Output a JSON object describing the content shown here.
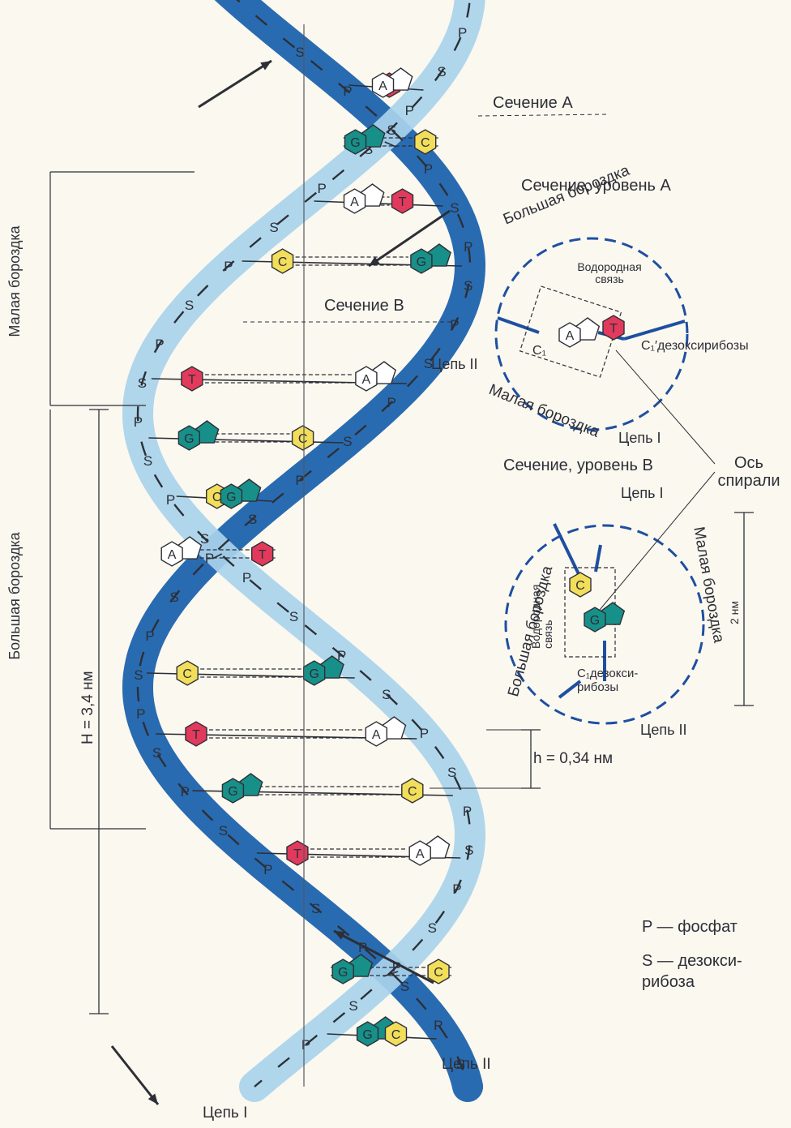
{
  "labels": {
    "section_a": "Сечение А",
    "section_b": "Сечение В",
    "section_a_level": "Сечение, уровень А",
    "section_b_level": "Сечение, уровень В",
    "major_groove": "Большая бороздка",
    "minor_groove": "Малая бороздка",
    "hydrogen_bond_a": "Водородная связь",
    "hydrogen_bond_b": "Водородная связь",
    "deoxyribose_c1": "C₁′дезоксирибозы",
    "deoxyribose_c1_b": "C₁дезокси-рибозы",
    "c1_left": "C₁",
    "chain_1": "Цепь I",
    "chain_2": "Цепь II",
    "helix_axis": "Ось спирали",
    "two_nm": "2 нм",
    "big_h": "H = 3,4 нм",
    "small_h": "h = 0,34 нм",
    "left_minor": "Малая бороздка",
    "left_major": "Большая бороздка",
    "legend_p": "P — фосфат",
    "legend_s": "S — дезокси-рибоза"
  },
  "bases": {
    "A": "A",
    "T": "T",
    "G": "G",
    "C": "C"
  },
  "backbone_letters": {
    "P": "P",
    "S": "S"
  },
  "base_pairs": [
    [
      "T",
      "A"
    ],
    [
      "C",
      "G"
    ],
    [
      "A",
      "T"
    ],
    [
      "C",
      "G"
    ],
    [
      "T",
      "A"
    ],
    [
      "G",
      "C"
    ],
    [
      "C",
      "G"
    ],
    [
      "T",
      "A"
    ],
    [
      "C",
      "G"
    ],
    [
      "T",
      "A"
    ],
    [
      "G",
      "C"
    ],
    [
      "T",
      "A"
    ],
    [
      "C",
      "G"
    ],
    [
      "G",
      "C"
    ]
  ],
  "colors": {
    "strand_dark": "#1e63ad",
    "strand_light": "#a9d3ec",
    "T": "#e23a5c",
    "C": "#f2de5a",
    "G": "#179089",
    "A": "#ffffff",
    "text": "#2d2f36"
  }
}
